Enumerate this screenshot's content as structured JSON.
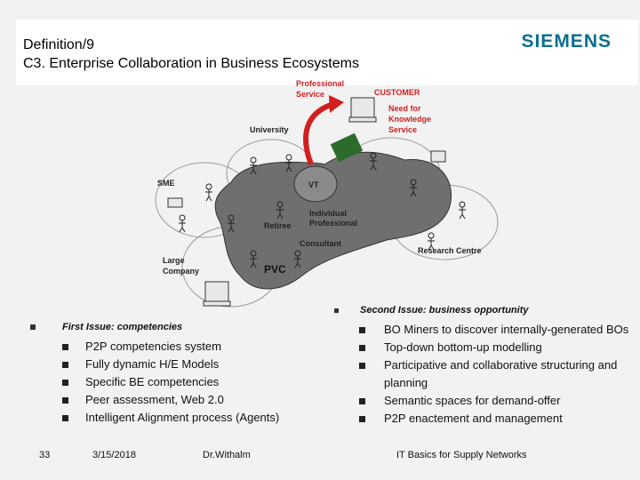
{
  "header": {
    "line1": "Definition/9",
    "line2": "C3. Enterprise Collaboration in Business Ecosystems",
    "logo": "SIEMENS"
  },
  "diagram": {
    "labels": {
      "professional_service_1": "Professional",
      "professional_service_2": "Service",
      "customer": "CUSTOMER",
      "need_1": "Need for",
      "need_2": "Knowledge",
      "need_3": "Service",
      "university": "University",
      "sme": "SME",
      "vt": "VT",
      "individual_1": "Individual",
      "individual_2": "Professional",
      "retiree": "Retiree",
      "consultant": "Consultant",
      "large_1": "Large",
      "large_2": "Company",
      "pvc": "PVC",
      "research": "Research Centre"
    },
    "colors": {
      "red": "#d11f1f",
      "blob": "#6f6f6f"
    }
  },
  "left": {
    "heading": "First Issue: competencies",
    "items": [
      "P2P competencies system",
      "Fully dynamic H/E Models",
      "Specific BE competencies",
      "Peer assessment, Web 2.0",
      "Intelligent Alignment process (Agents)"
    ]
  },
  "right": {
    "heading": "Second Issue: business opportunity",
    "items": [
      "BO Miners to discover internally-generated BOs",
      "Top-down bottom-up modelling",
      "Participative and collaborative structuring and planning",
      "Semantic spaces for demand-offer",
      "P2P enactement and management"
    ]
  },
  "footer": {
    "page": "33",
    "date": "3/15/2018",
    "author": "Dr.Withalm",
    "course": "IT Basics for Supply Networks"
  }
}
